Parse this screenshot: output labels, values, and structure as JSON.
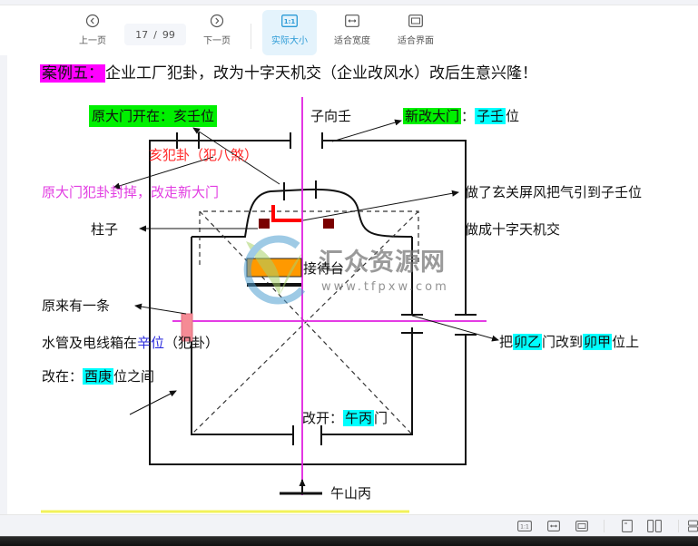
{
  "toolbar": {
    "prev_label": "上一页",
    "next_label": "下一页",
    "current_page": "17",
    "page_sep": "/",
    "total_pages": "99",
    "actual_size_label": "实际大小",
    "actual_size_icon_text": "1:1",
    "fit_width_label": "适合宽度",
    "fit_page_label": "适合界面",
    "active": "actual_size"
  },
  "document": {
    "title_prefix": "案例五：",
    "title": "企业工厂犯卦，改为十字天机交（企业改风水）改后生意兴隆！",
    "labels": {
      "old_door": "原大门开在：亥壬位",
      "zi_xiang_ren": "子向壬",
      "new_door_prefix": "新改大门",
      "new_door_colon": "：",
      "new_door_hl": "子壬",
      "new_door_suffix": "位",
      "hai_fan_gua": "亥犯卦（犯八煞）",
      "old_door_sealed": "原大门犯卦封掉，改走新大门",
      "screen": "做了玄关屏风把气引到子壬位",
      "cross": "做成十字天机交",
      "pillar": "柱子",
      "reception": "接待台",
      "pipe_line1": "原来有一条",
      "pipe_line2_prefix": "水管及电线箱在",
      "pipe_line2_blue": "辛位",
      "pipe_line2_suffix": "（犯卦）",
      "moved_prefix": "改在：",
      "moved_hl": "酉庚",
      "moved_suffix": "位之间",
      "mao_prefix": "把",
      "mao_hl1": "卯乙",
      "mao_mid": "门改到",
      "mao_hl2": "卯甲",
      "mao_suffix": "位上",
      "open_prefix": "改开：",
      "open_hl": "午丙",
      "open_suffix": "门",
      "facing": "午山丙"
    },
    "watermark": {
      "name": "汇众资源网",
      "url": "www.tfpxw.com"
    }
  },
  "colors": {
    "accent": "#2a9ad6",
    "magenta": "#ff00ff",
    "green": "#00f000",
    "cyan": "#00ffff",
    "red": "#ff0000",
    "orange": "#ff9900",
    "dark_red": "#7a0000",
    "yellow_line": "#f2f25a"
  },
  "bottombar": {
    "items": [
      "actual-size",
      "fit-width",
      "fit-page",
      "single-page",
      "double-page",
      "continuous"
    ],
    "actual_size_icon_text": "1:1"
  }
}
